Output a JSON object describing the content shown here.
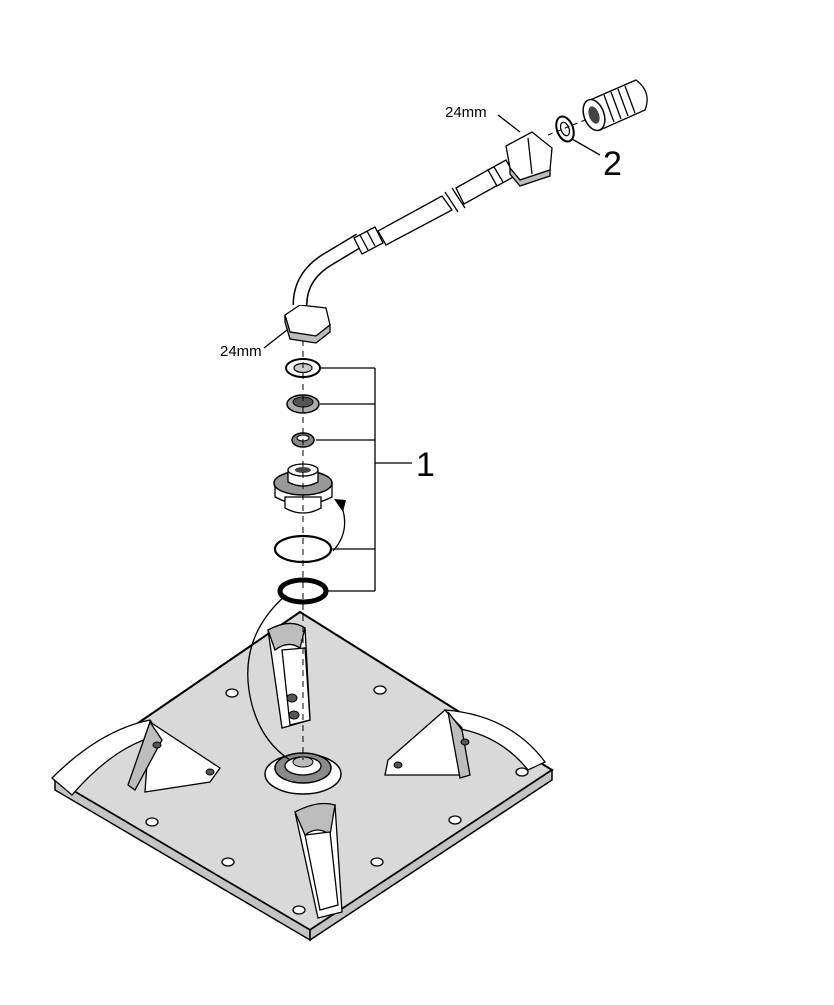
{
  "callouts": {
    "wrench_size_top": "24mm",
    "wrench_size_bottom": "24mm",
    "part_1": "1",
    "part_2": "2"
  },
  "colors": {
    "line": "#000000",
    "plate_fill": "#d9d9d9",
    "part_fill": "#ffffff",
    "shade": "#bdbdbd"
  }
}
